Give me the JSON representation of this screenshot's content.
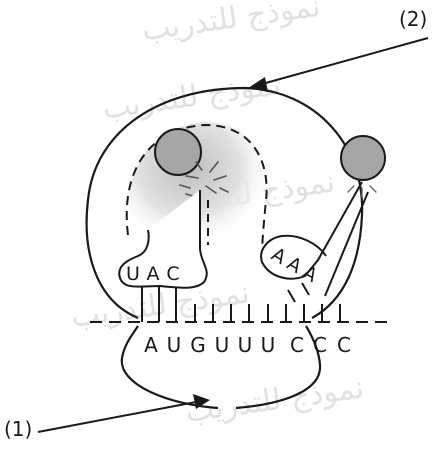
{
  "diagram": {
    "label_1": "(1)",
    "label_2": "(2)",
    "anticodon": [
      "U",
      "A",
      "C"
    ],
    "second_anticodon": [
      "A",
      "A",
      "A"
    ],
    "mrna": [
      "A",
      "U",
      "G",
      "U",
      "U",
      "U",
      "C",
      "C",
      "C"
    ],
    "watermark": [
      "نموذج للتدريب",
      "نموذج للتدريب",
      "نموذج للتدريب",
      "نموذج للتدريب",
      "نموذج للتدريب"
    ],
    "colors": {
      "stroke": "#1a1a1a",
      "amino_acid_fill": "#a6a6a6",
      "shading": "#d4d4d4",
      "watermark": "#c9c9c9"
    }
  }
}
